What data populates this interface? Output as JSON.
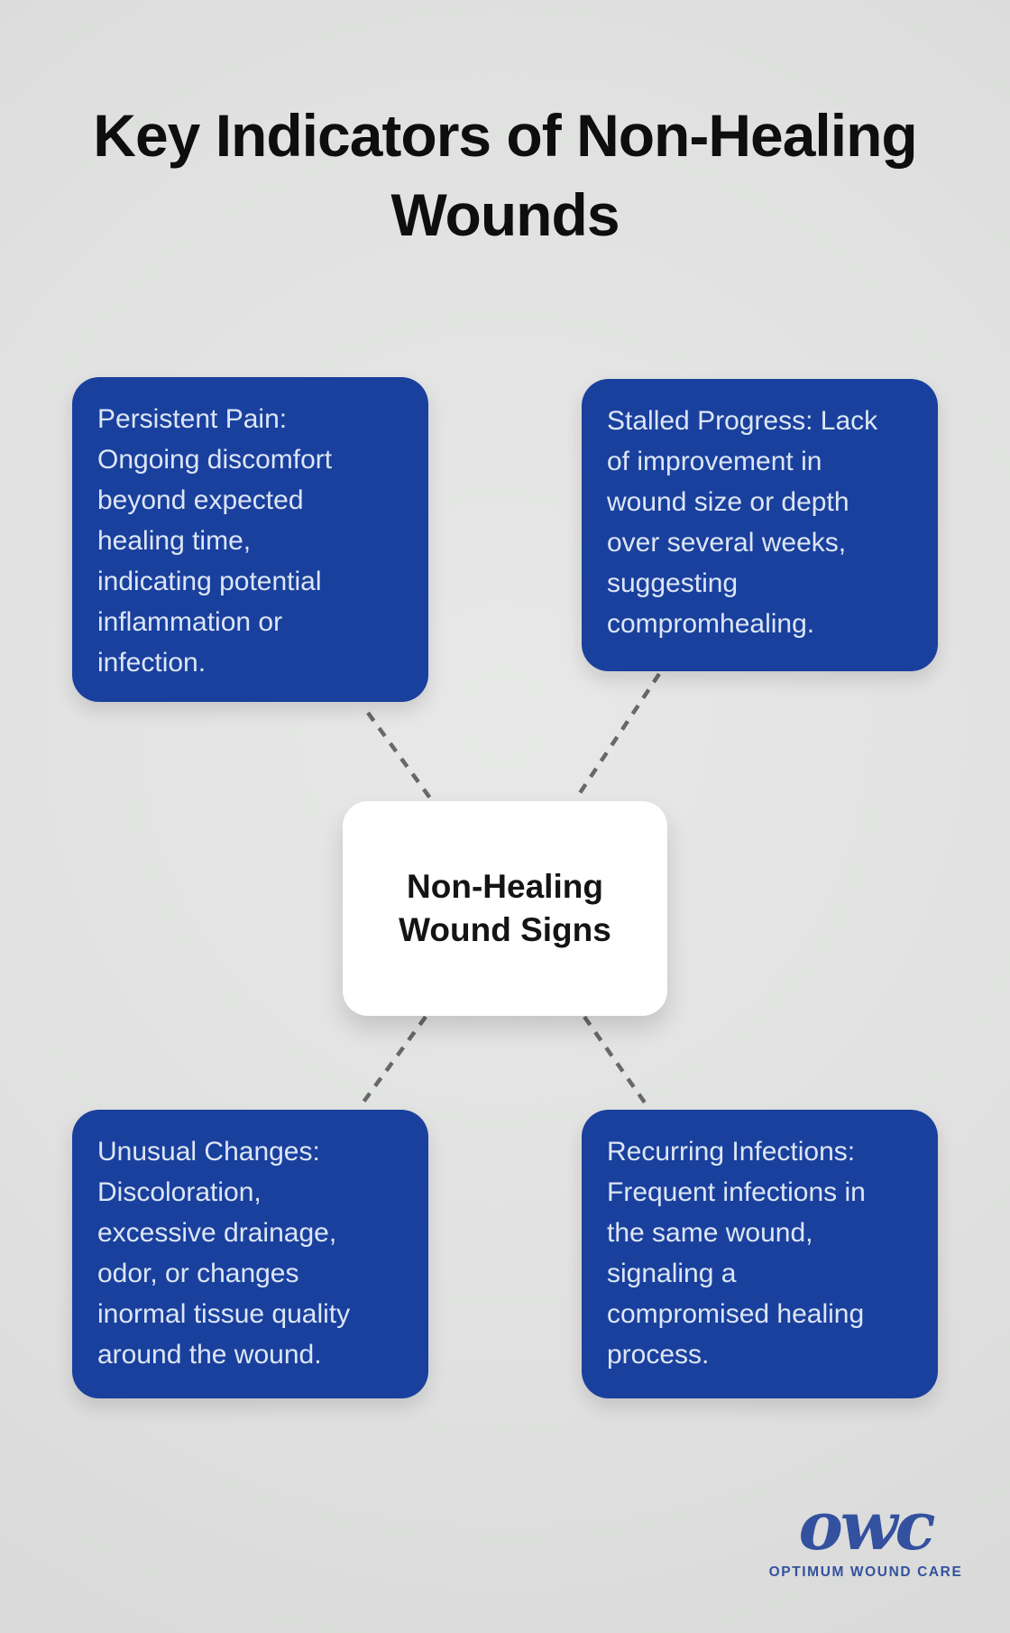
{
  "title": "Key Indicators of Non-Healing\nWounds",
  "center": {
    "label": "Non-Healing\nWound Signs"
  },
  "boxes": [
    {
      "id": "persistent-pain",
      "text": "Persistent Pain:\nOngoing discomfort\nbeyond expected\nhealing time,\nindicating potential\ninflammation or\ninfection."
    },
    {
      "id": "stalled-progress",
      "text": "Stalled Progress: Lack\nof improvement in\nwound size or depth\nover several weeks,\nsuggesting\ncompromhealing."
    },
    {
      "id": "unusual-changes",
      "text": "Unusual Changes:\nDiscoloration,\nexcessive drainage,\nodor, or changes\ninormal tissue quality\naround the wound."
    },
    {
      "id": "recurring-infections",
      "text": "Recurring Infections:\nFrequent infections in\nthe same wound,\nsignaling a\ncompromised healing\nprocess."
    }
  ],
  "logo": {
    "acronym": "OWC",
    "name": "OPTIMUM WOUND CARE"
  },
  "theme": {
    "background": "#e0e1e0",
    "box_blue": "#1a409e",
    "box_text": "#dce6f4",
    "heading_text": "#0e0e0e",
    "connector_gray": "#666869",
    "logo_blue": "#33519f",
    "center_bg": "#ffffff"
  }
}
